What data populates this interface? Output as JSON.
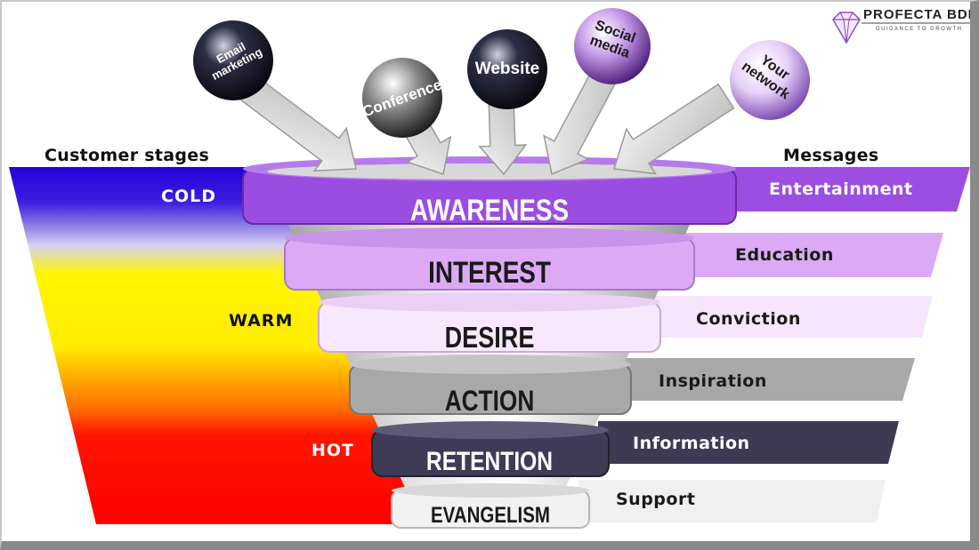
{
  "brand": {
    "name": "PROFECTA BDI",
    "tagline": "GUIDANCE TO GROWTH"
  },
  "headers": {
    "stages": "Customer stages",
    "messages": "Messages"
  },
  "temperatures": {
    "cold": "COLD",
    "warm": "WARM",
    "hot": "HOT"
  },
  "channels": [
    {
      "label": "Email marketing"
    },
    {
      "label": "Conference"
    },
    {
      "label": "Website"
    },
    {
      "label": "Social media"
    },
    {
      "label": "Your network"
    }
  ],
  "stages": [
    {
      "label": "AWARENESS",
      "message": "Entertainment"
    },
    {
      "label": "INTEREST",
      "message": "Education"
    },
    {
      "label": "DESIRE",
      "message": "Conviction"
    },
    {
      "label": "ACTION",
      "message": "Inspiration"
    },
    {
      "label": "RETENTION",
      "message": "Information"
    },
    {
      "label": "EVANGELISM",
      "message": "Support"
    }
  ],
  "colors": {
    "cold": "#2200cc",
    "warm": "#ffee00",
    "hot": "#ff0000",
    "awareness": "#9a4de0",
    "interest": "#dcaaf5",
    "desire": "#f5e2fb",
    "action": "#a6a6a6",
    "retention": "#3c3c55",
    "evangelism": "#efefef"
  }
}
